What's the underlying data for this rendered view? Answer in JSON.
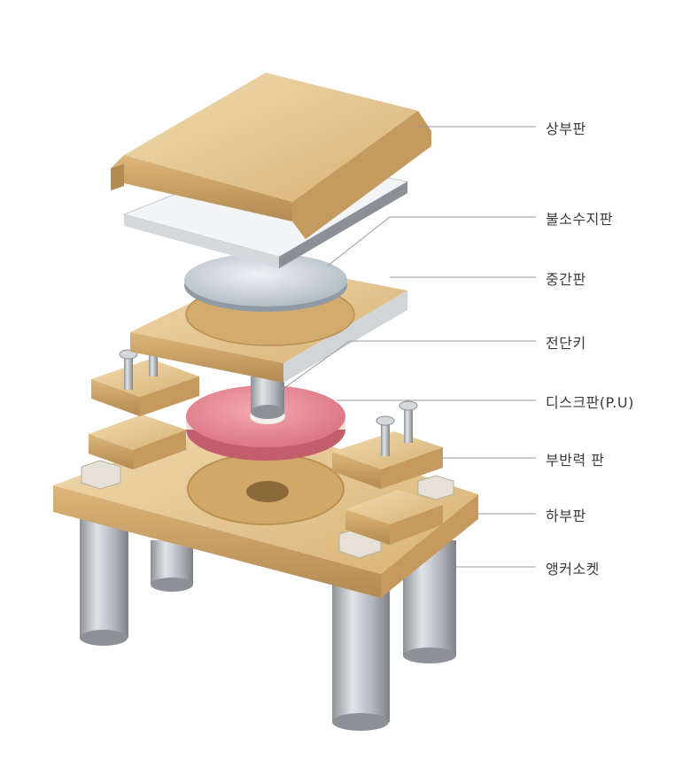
{
  "labels": {
    "top_plate": "상부판",
    "ptfe_plate": "불소수지판",
    "middle_plate": "중간판",
    "shear_key": "전단키",
    "disc_pu": "디스크판(P.U)",
    "uplift_plate": "부반력 판",
    "bottom_plate": "하부판",
    "anchor_socket": "앵커소켓"
  },
  "colors": {
    "brass": "#d9b378",
    "brass_light": "#ecd3a3",
    "brass_dark": "#b38a52",
    "steel": "#b9bdc2",
    "pu_disc": "#e58a96",
    "leader": "#9a9a9a"
  }
}
